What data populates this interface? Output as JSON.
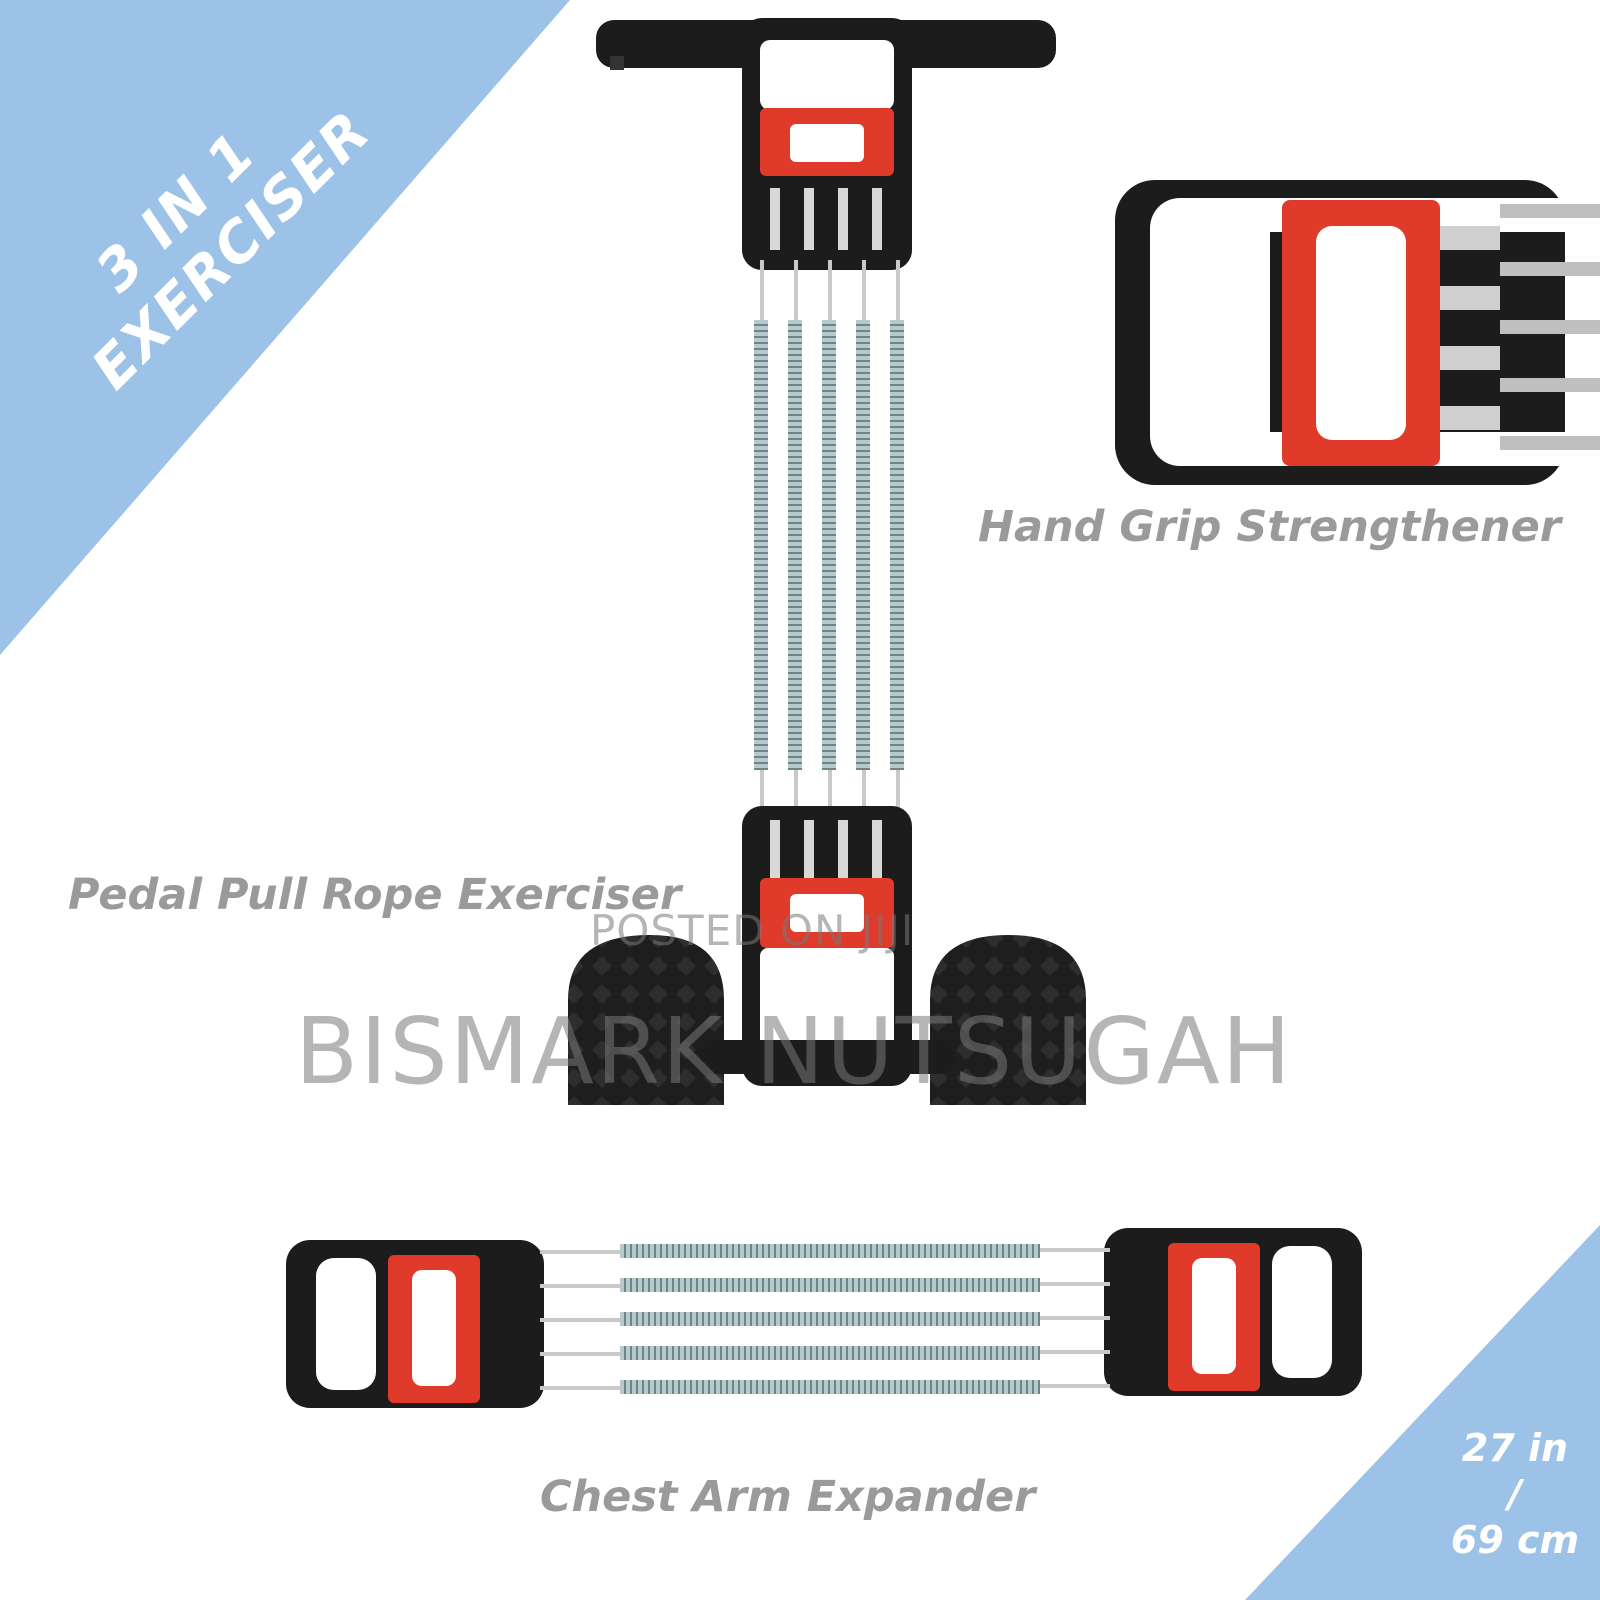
{
  "banner": {
    "line1": "3 IN 1",
    "line2": "EXERCISER"
  },
  "labels": {
    "hand_grip": "Hand Grip Strengthener",
    "pedal": "Pedal Pull Rope Exerciser",
    "chest": "Chest Arm Expander"
  },
  "size": {
    "inches": "27 in",
    "separator": "/",
    "cm": "69 cm"
  },
  "watermark": {
    "small": "POSTED ON JIJI",
    "big": "BISMARK NUTSUGAH"
  },
  "colors": {
    "accent_blue": "#9cc3e7",
    "handle_red": "#e03a2a",
    "handle_black": "#1c1c1c",
    "spring": "#9fb5b8",
    "label_gray": "#9a9a9a"
  }
}
